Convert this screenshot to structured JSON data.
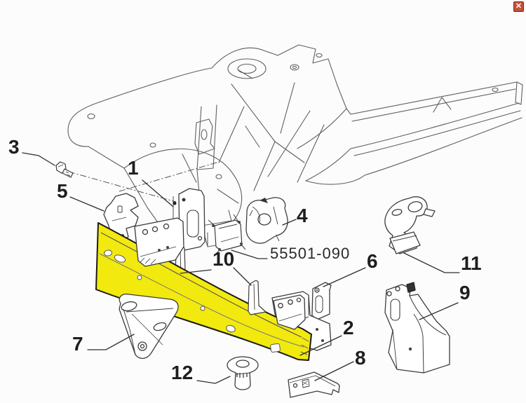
{
  "window": {
    "close_button_glyph": "✕"
  },
  "diagram": {
    "part_number": "55501-090",
    "highlight_color": "#F2E90F",
    "callouts": [
      {
        "label": "1"
      },
      {
        "label": "2"
      },
      {
        "label": "3"
      },
      {
        "label": "4"
      },
      {
        "label": "5"
      },
      {
        "label": "6"
      },
      {
        "label": "7"
      },
      {
        "label": "8"
      },
      {
        "label": "9"
      },
      {
        "label": "10"
      },
      {
        "label": "11"
      },
      {
        "label": "12"
      }
    ]
  }
}
